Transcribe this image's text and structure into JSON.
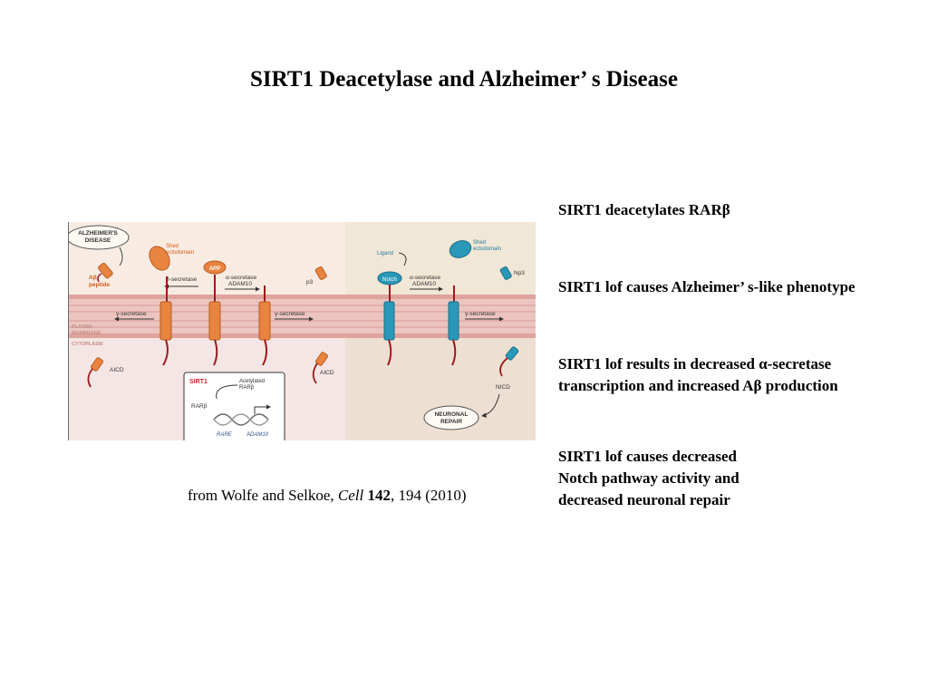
{
  "slide": {
    "title": "SIRT1 Deacetylase and Alzheimer’ s Disease",
    "caption": {
      "prefix": "from Wolfe and Selkoe, ",
      "journal": "Cell",
      "volume": "142",
      "suffix": ", 194 (2010)"
    },
    "points": [
      {
        "lines": [
          "SIRT1 deacetylates RARβ"
        ]
      },
      {
        "lines": [
          "SIRT1 lof causes Alzheimer’ s-like phenotype"
        ]
      },
      {
        "lines": [
          "SIRT1 lof results in decreased α-secretase",
          "transcription and increased Aβ production"
        ]
      },
      {
        "lines": [
          "SIRT1 lof causes decreased",
          "Notch pathway activity and",
          "decreased neuronal repair"
        ]
      }
    ]
  },
  "figure": {
    "labels": {
      "alzheimers_1": "ALZHEIMER'S",
      "alzheimers_2": "DISEASE",
      "abeta_1": "Aβ",
      "abeta_2": "peptide",
      "shed_1": "Shed",
      "shed_2": "ectodomain",
      "app": "APP",
      "beta_secretase": "β-secretase",
      "alpha_secretase": "α-secretase",
      "adam10": "ADAM10",
      "p3": "p3",
      "gamma_secretase": "γ-secretase",
      "plasma_1": "PLASMA",
      "plasma_2": "MEMBRANE",
      "cytoplasm": "CYTOPLASM",
      "aicd": "AICD",
      "sirt1": "SIRT1",
      "acetylated_1": "Acetylated",
      "acetylated_2": "RARβ",
      "rarb": "RARβ",
      "rare": "RARE",
      "adam10_gene": "ADAM10",
      "ligand": "Ligand",
      "notch": "Notch",
      "np3": "Np3",
      "nicd": "NICD",
      "repair_1": "NEURONAL",
      "repair_2": "REPAIR"
    },
    "colors": {
      "app_orange": "#e8843f",
      "notch_teal": "#2a98b8",
      "membrane": "#e9b8b2",
      "stem_red": "#9b1b1e"
    }
  }
}
